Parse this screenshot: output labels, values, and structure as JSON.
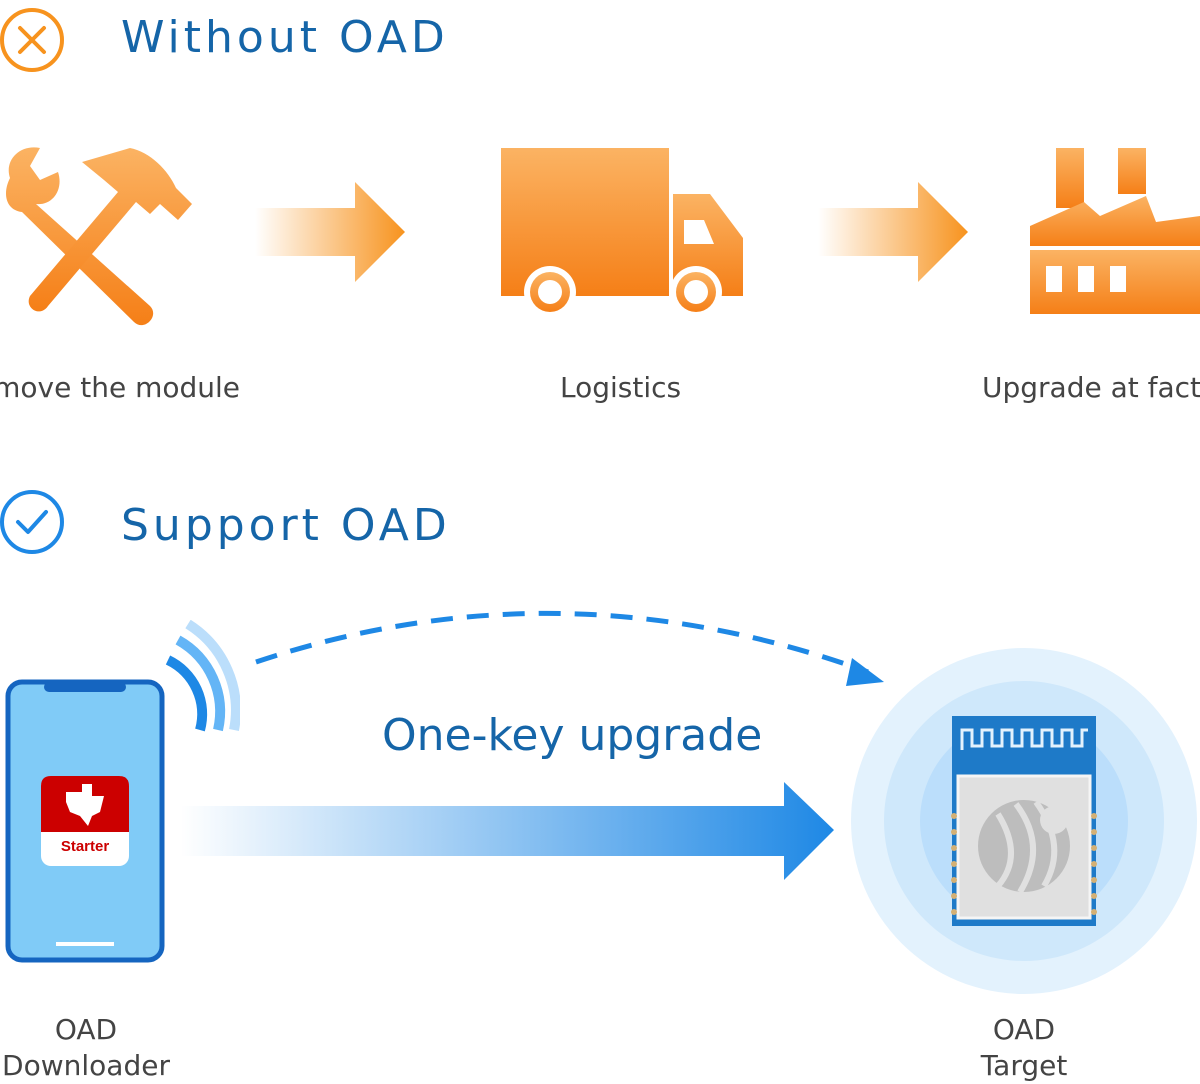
{
  "without_section": {
    "title": "Without OAD",
    "status_icon": "cross-circle-icon",
    "steps": [
      {
        "label": "Remove the module",
        "icon": "wrench-hammer-icon"
      },
      {
        "label": "Logistics",
        "icon": "delivery-truck-icon"
      },
      {
        "label": "Upgrade at factory",
        "icon": "factory-icon"
      }
    ],
    "arrow_icon": "arrow-right-icon"
  },
  "support_section": {
    "title": "Support OAD",
    "status_icon": "check-circle-icon",
    "upgrade_label": "One-key upgrade",
    "downloader": {
      "line1": "OAD",
      "line2": "Downloader",
      "app_label": "Starter"
    },
    "target": {
      "line1": "OAD",
      "line2": "Target"
    }
  },
  "colors": {
    "orange": "#f7931e",
    "orange_light": "#fbb363",
    "blue_title": "#1565a8",
    "blue_accent": "#1e88e5",
    "phone_screen": "#80cbf7",
    "ti_red": "#cc0000"
  }
}
